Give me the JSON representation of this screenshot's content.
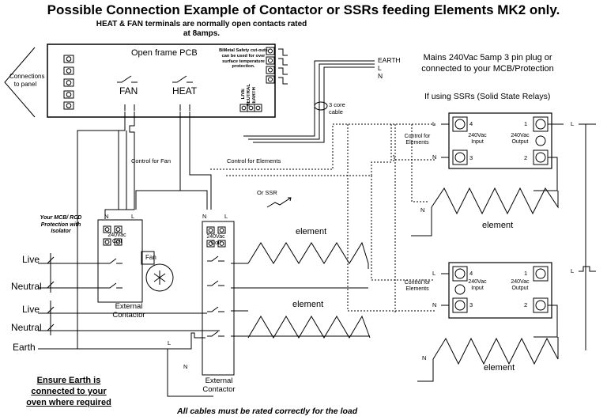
{
  "title": "Possible Connection Example of Contactor or SSRs feeding Elements MK2 only.",
  "heat_fan_note": "HEAT & FAN terminals are normally open contacts rated at 8amps.",
  "pcb": {
    "label": "Open frame PCB",
    "bimetal_note": "BiMetal Safety cut-outs can be used for over surface temperature protection.",
    "connections_to_panel": "Connections to panel",
    "fan_label": "FAN",
    "heat_label": "HEAT",
    "live_label": "LIVE",
    "neutral_label": "NEUTRAL",
    "earth_label": "EARTH"
  },
  "mains": {
    "note": "Mains 240Vac 5amp 3 pin plug or connected to your MCB/Protection",
    "earth": "EARTH",
    "l": "L",
    "n": "N",
    "cable": "3 core cable"
  },
  "ssr_note": "If using SSRs (Solid State Relays)",
  "control_for_fan": "Control for Fan",
  "control_for_elements": "Control for Elements",
  "or_ssr": "Or SSR",
  "mcb_note": "Your MCB/ RCD Protection with Isolator",
  "supply": {
    "live1": "Live",
    "neutral1": "Neutral",
    "live2": "Live",
    "neutral2": "Neutral",
    "earth": "Earth"
  },
  "ensure_earth": "Ensure Earth is connected to your oven where required",
  "footer": "All cables must be rated correctly for the load",
  "contactor": {
    "n": "N",
    "l": "L",
    "coil": "240Vac Coil",
    "fan": "Fan",
    "external_contactor": "External Contactor"
  },
  "element_label": "element",
  "ssr": {
    "l": "L",
    "n": "N",
    "t4": "4",
    "t3": "3",
    "t1": "1",
    "t2": "2",
    "input": "240Vac Input",
    "output": "240Vac Output",
    "control_for_elements": "Control for Elements"
  }
}
